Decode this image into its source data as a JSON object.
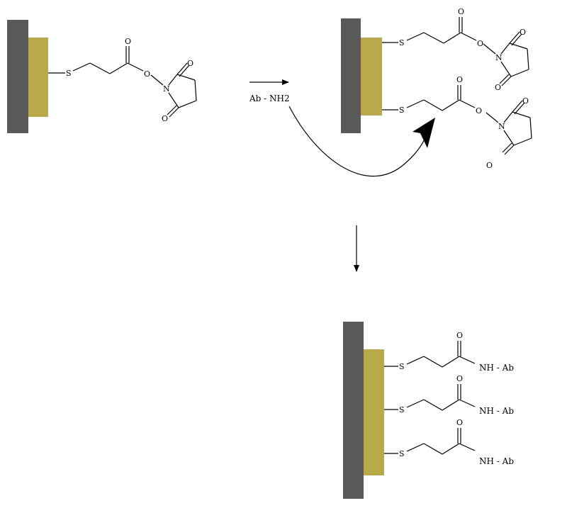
{
  "colors": {
    "substrate": "#5b5859",
    "gold_layer": "#b8a94a",
    "ink": "#000000",
    "background": "#ffffff"
  },
  "atoms": {
    "sulfur": "S",
    "oxygen": "O",
    "nitrogen": "N"
  },
  "reagent_label": "Ab - NH2",
  "product_label": "NH - Ab"
}
